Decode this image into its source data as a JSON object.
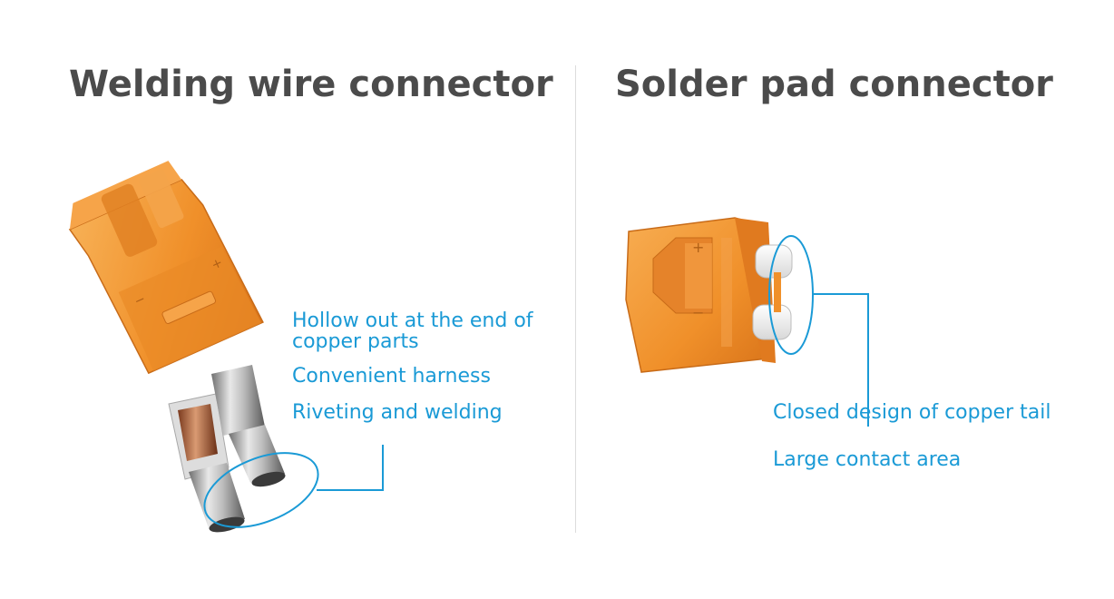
{
  "left": {
    "title": "Welding wire connector",
    "features": [
      "Hollow out at the end of",
      "copper parts",
      "Convenient harness",
      "Riveting and welding"
    ]
  },
  "right": {
    "title": "Solder pad connector",
    "features": [
      "Closed design of copper tail",
      "Large contact area"
    ]
  },
  "colors": {
    "title": "#4b4b4b",
    "accent": "#1a9ad6",
    "connector_body": "#f0902a",
    "divider": "#dcdcdc"
  }
}
